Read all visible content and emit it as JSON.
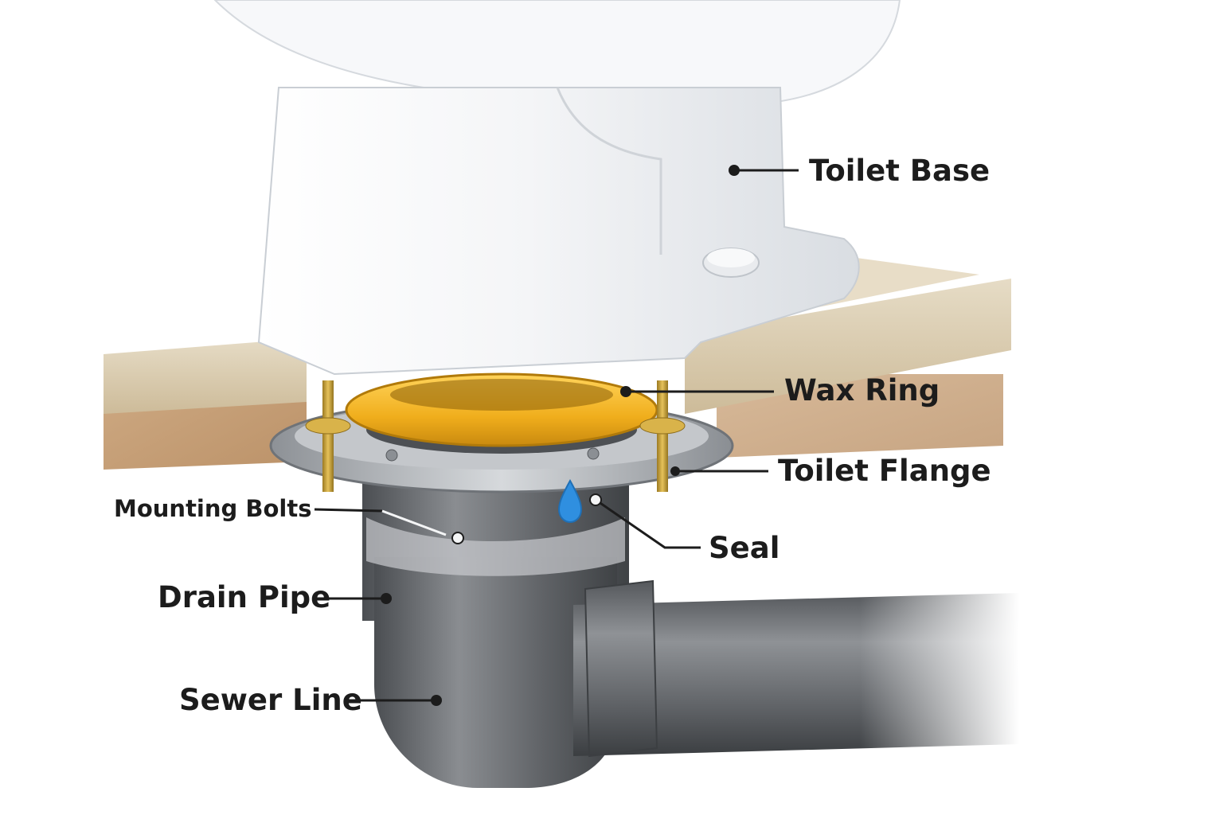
{
  "labels": {
    "toilet_base": "Toilet Base",
    "wax_ring": "Wax Ring",
    "toilet_flange": "Toilet Flange",
    "seal": "Seal",
    "mounting_bolts": "Mounting Bolts",
    "drain_pipe": "Drain Pipe",
    "sewer_line": "Sewer Line"
  },
  "colors": {
    "porcelain": "#f2f3f5",
    "tile": "#d9cbb0",
    "subfloor": "#c69c6d",
    "wax": "#f0b323",
    "flange_steel": "#a9adb2",
    "pipe": "#6b6e72",
    "bolt_brass": "#c9a23a",
    "water_drop": "#2f8fe0",
    "leader_line": "#1c1c1c"
  }
}
